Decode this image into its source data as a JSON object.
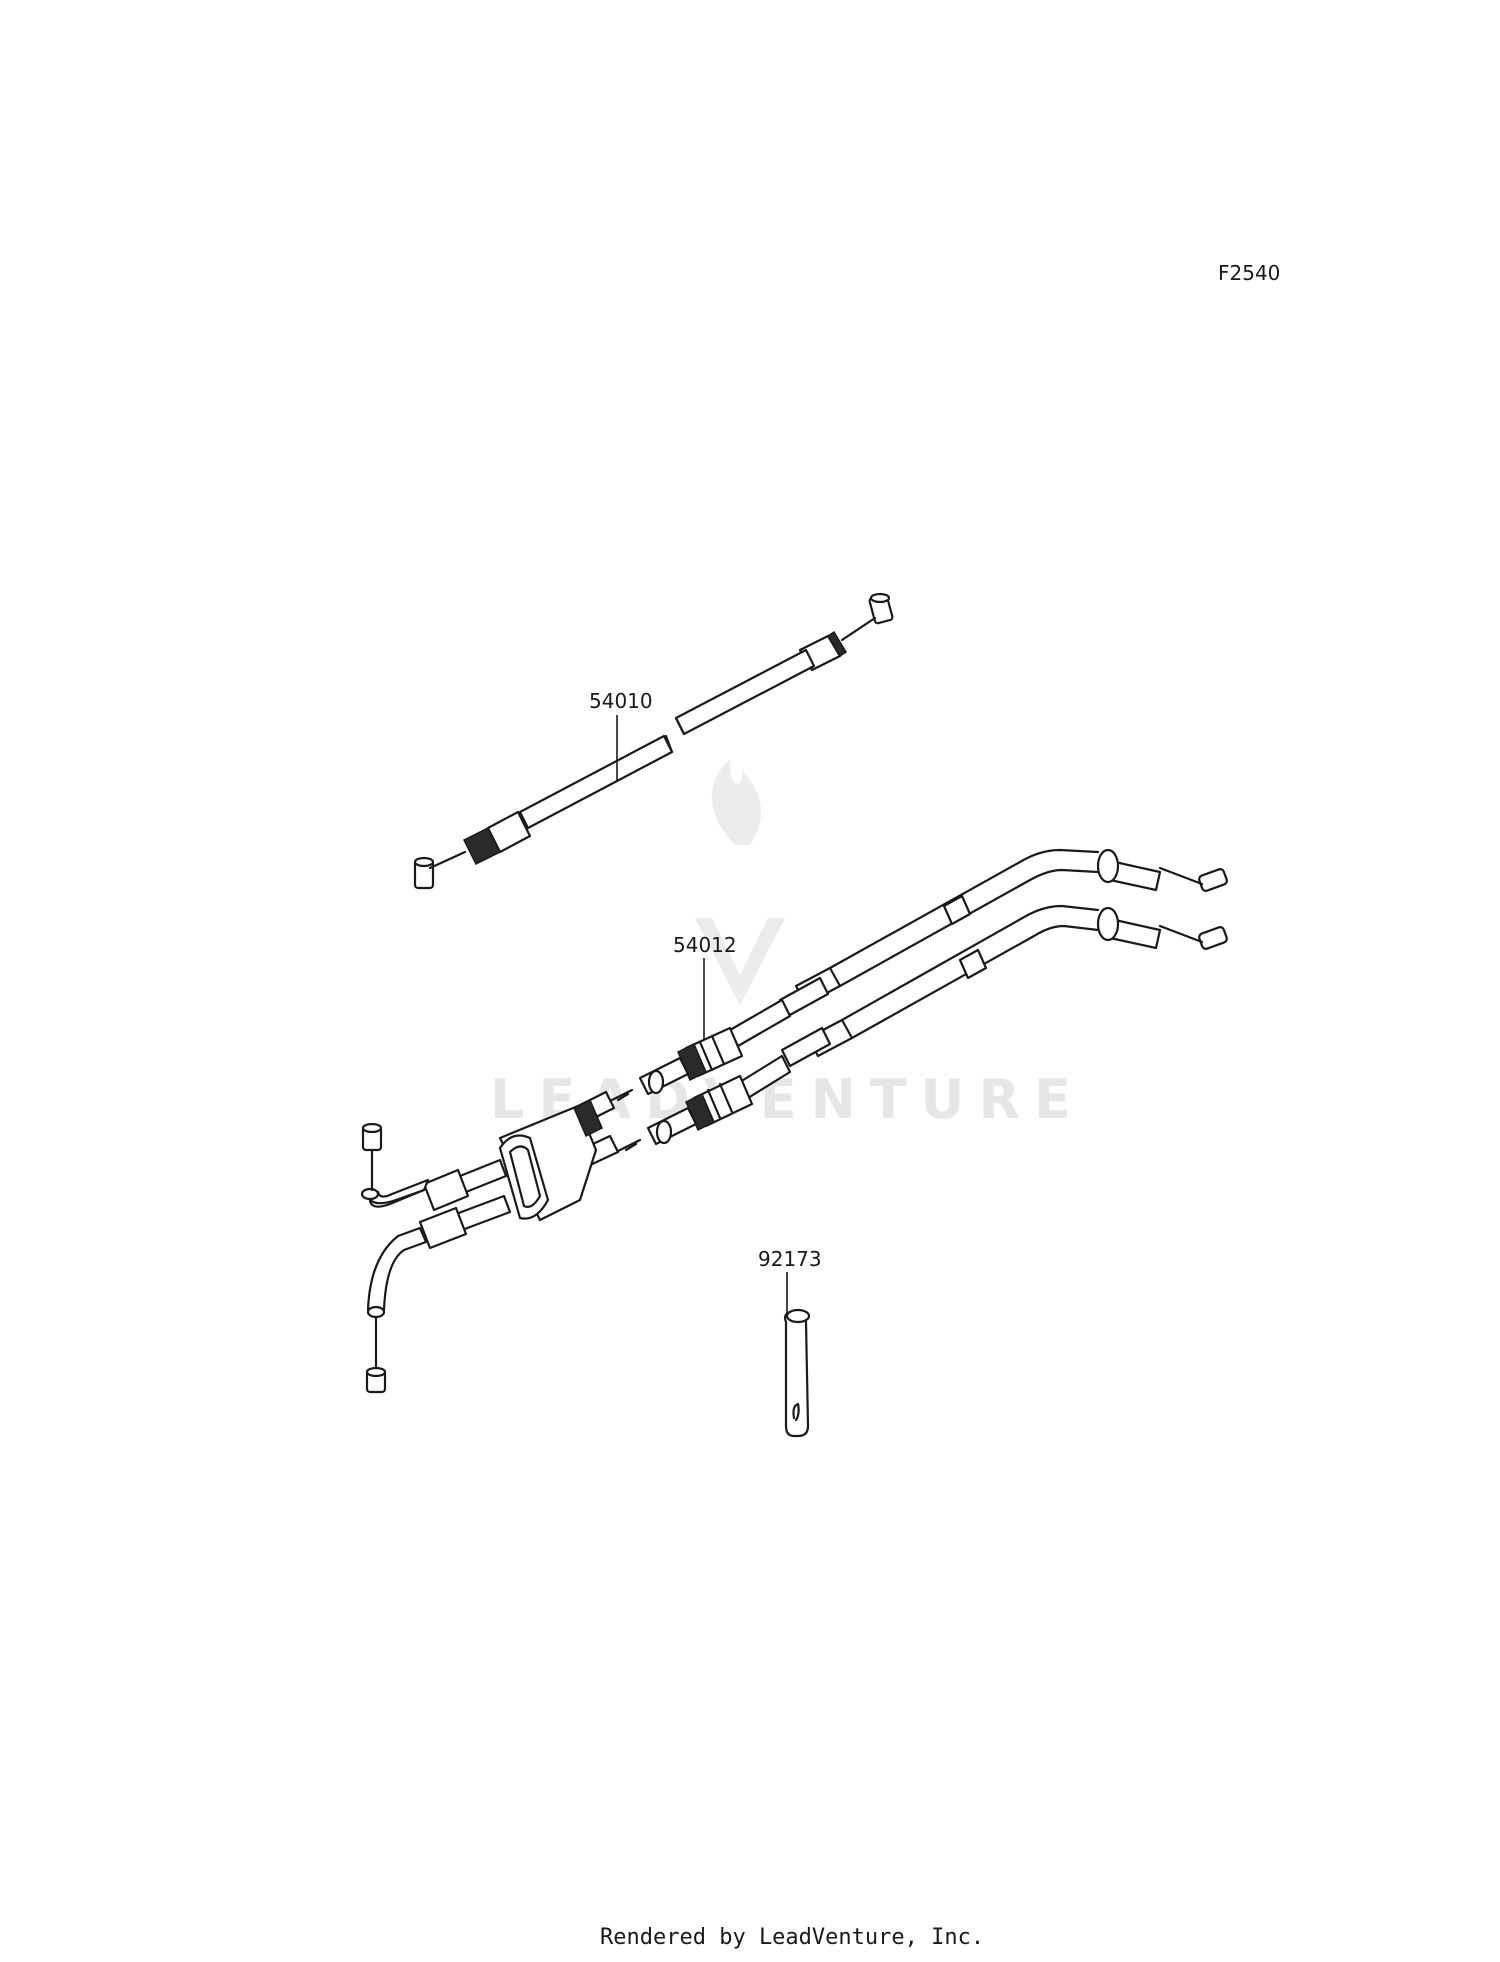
{
  "diagram_code": "F2540",
  "parts": [
    {
      "number": "54010",
      "name": "cable-54010"
    },
    {
      "number": "54012",
      "name": "cable-54012"
    },
    {
      "number": "92173",
      "name": "clamp-92173"
    }
  ],
  "watermark": {
    "text": "LEADVENTURE"
  },
  "footer": "Rendered by LeadVenture, Inc."
}
